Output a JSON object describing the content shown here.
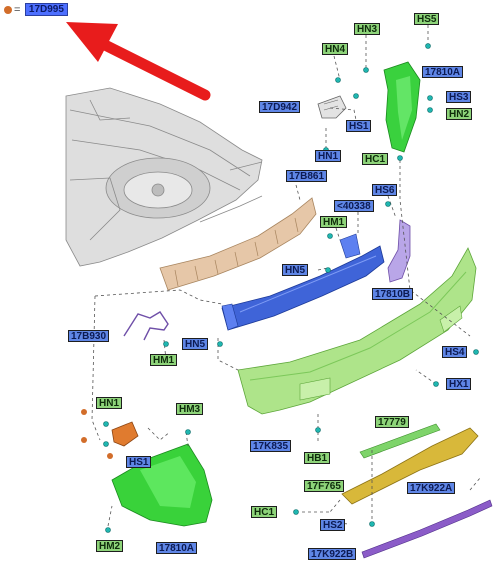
{
  "header": {
    "part_number": "17D995",
    "equals": "=",
    "marker_color": "#d26d2a"
  },
  "colors": {
    "arrow": "#e81c1c",
    "label_blue": "#5f86e6",
    "label_green": "#8ed47a",
    "bumper": "#aee48a",
    "reinforcement": "#3f64d8",
    "absorber": "#e6c7a8",
    "bracket_green": "#39d23a",
    "strip_gold": "#d8b83a",
    "strip_purple": "#8b5cc8",
    "panel_gray": "#d9d9d9"
  },
  "labels": {
    "hs5": "HS5",
    "hn3": "HN3",
    "hn4": "HN4",
    "p17810a_top": "17810A",
    "p17d942": "17D942",
    "hs3": "HS3",
    "hn2": "HN2",
    "hs1_top": "HS1",
    "hn1_top": "HN1",
    "hc1_top": "HC1",
    "p17b861": "17B861",
    "hs6": "HS6",
    "p40338": "<40338",
    "hm1_mid": "HM1",
    "hn5_mid": "HN5",
    "p17810b": "17810B",
    "p17b930": "17B930",
    "hn5_low": "HN5",
    "hm1_low": "HM1",
    "hs4": "HS4",
    "hx1": "HX1",
    "hn1_low": "HN1",
    "hm3": "HM3",
    "hs1_low": "HS1",
    "p17k835": "17K835",
    "hb1": "HB1",
    "p17779": "17779",
    "p17f765": "17F765",
    "p17k922a": "17K922A",
    "hc1_low": "HC1",
    "hs2": "HS2",
    "hm2": "HM2",
    "p17810a_low": "17810A",
    "p17k922b": "17K922B"
  }
}
